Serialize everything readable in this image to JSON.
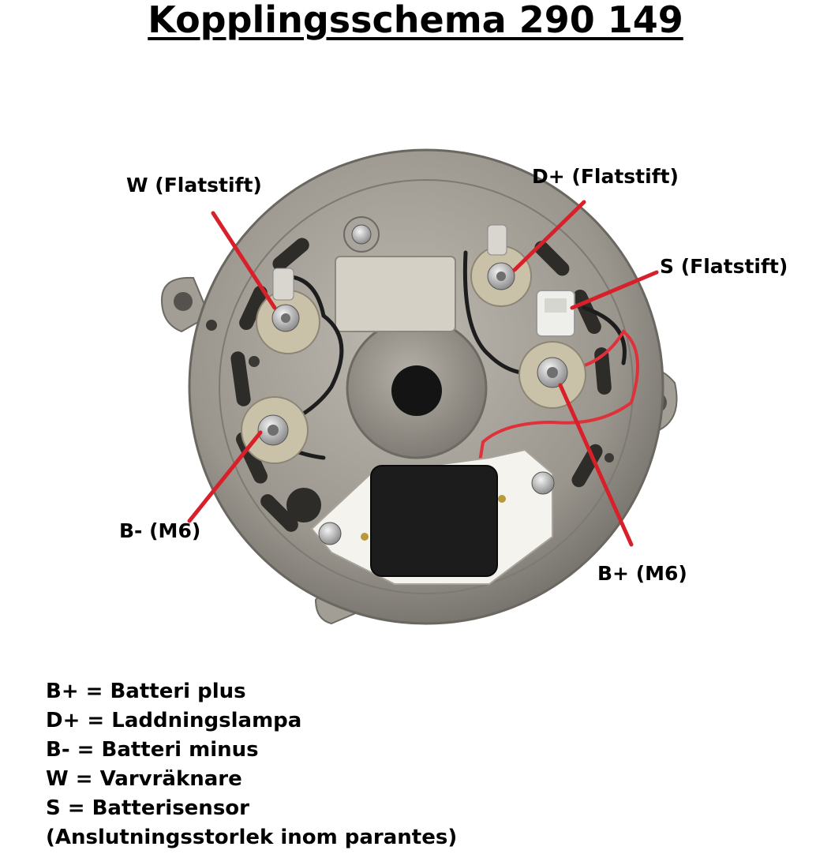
{
  "title": "Kopplingsschema 290 149",
  "callouts": {
    "w": "W (Flatstift)",
    "d_plus": "D+ (Flatstift)",
    "s": "S (Flatstift)",
    "b_minus": "B- (M6)",
    "b_plus": "B+ (M6)"
  },
  "legend": [
    "B+ = Batteri plus",
    "D+ = Laddningslampa",
    "B- = Batteri minus",
    "W = Varvräknare",
    "S = Batterisensor",
    "(Anslutningsstorlek inom parantes)"
  ],
  "colors": {
    "leader_line": "#d8202a",
    "housing": "#9a968e",
    "housing_dark": "#5e5b55",
    "regulator": "#1c1c1c",
    "red_wire": "#e0303a"
  }
}
